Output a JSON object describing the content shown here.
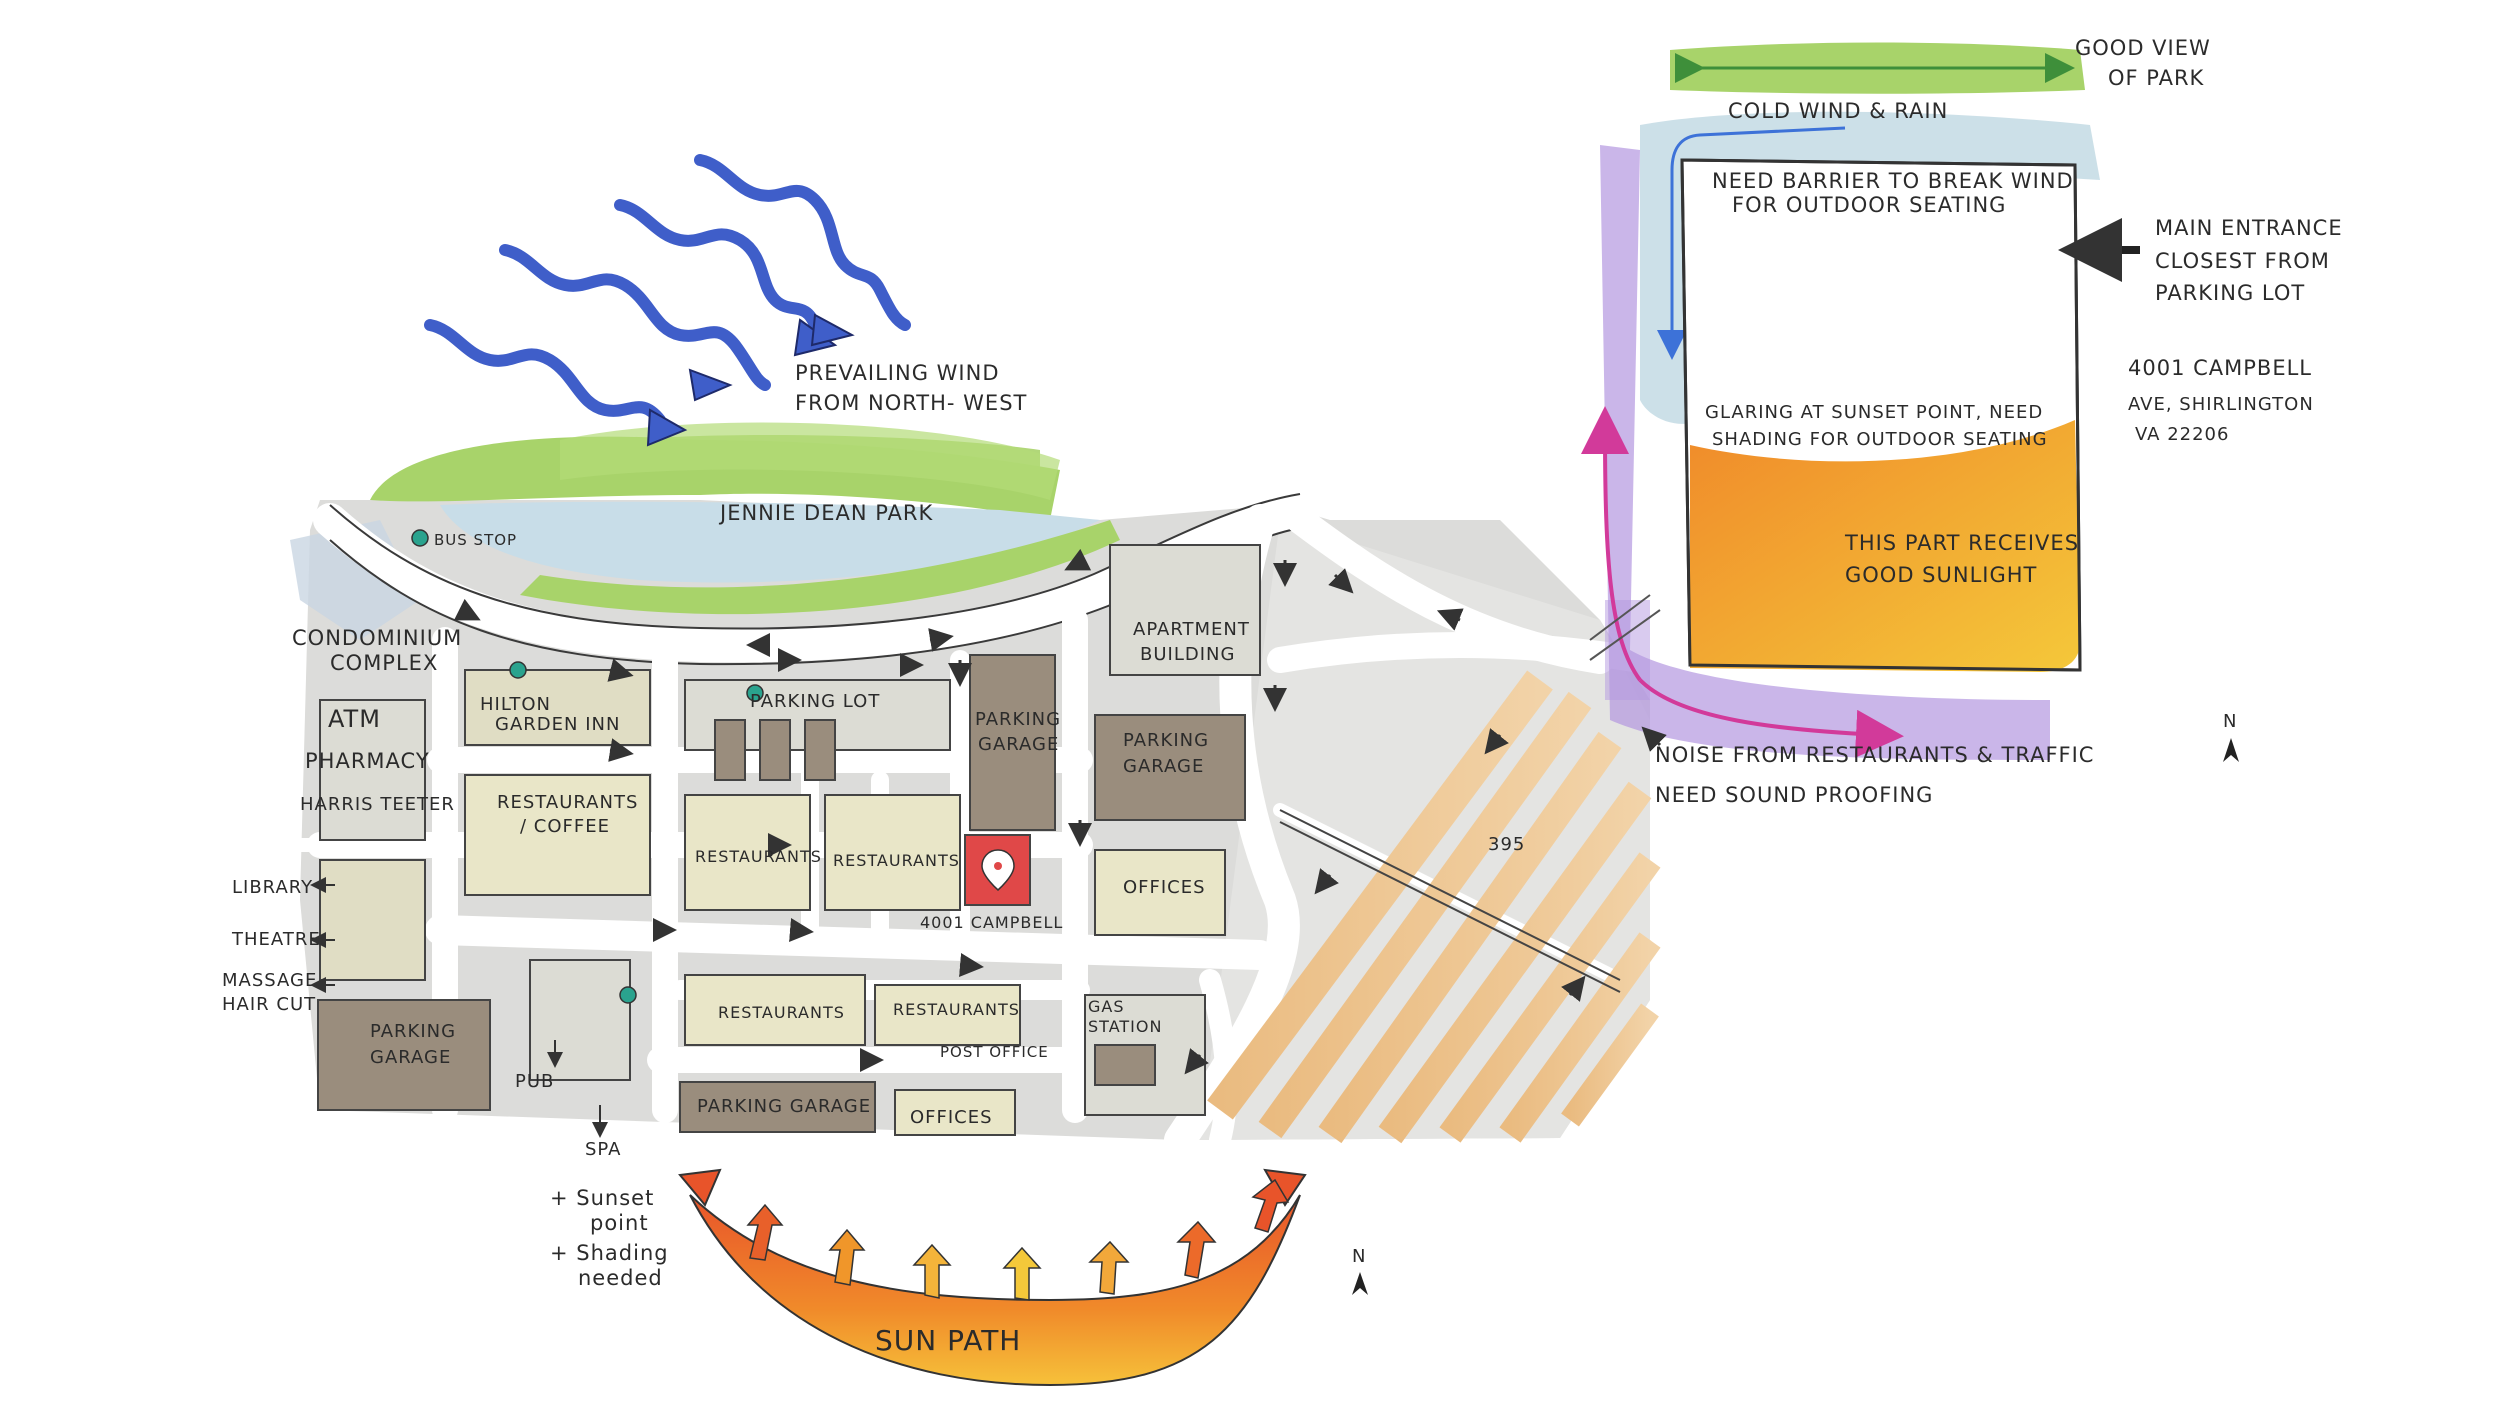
{
  "map": {
    "park_name": "JENNIE DEAN PARK",
    "bus_stop": "BUS STOP",
    "parking_lot": "PARKING LOT",
    "site_address": "4001 CAMPBELL",
    "highway": "395",
    "north": "N"
  },
  "left_labels": {
    "condo_line1": "CONDOMINIUM",
    "condo_line2": "COMPLEX",
    "atm": "ATM",
    "pharmacy": "PHARMACY",
    "harris": "HARRIS TEETER",
    "library": "LIBRARY",
    "theatre": "THEATRE",
    "massage": "MASSAGE",
    "haircut": "HAIR CUT",
    "pub": "PUB",
    "spa": "SPA"
  },
  "buildings": {
    "hilton_line1": "HILTON",
    "hilton_line2": "GARDEN INN",
    "rest_coffee_line1": "RESTAURANTS",
    "rest_coffee_line2": "/ COFFEE",
    "restaurants_a": "RESTAURANTS",
    "restaurants_b": "RESTAURANTS",
    "restaurants_c": "RESTAURANTS",
    "restaurants_d": "RESTAURANTS",
    "post_office": "POST OFFICE",
    "parking_garage_tall_line1": "PARKING",
    "parking_garage_tall_line2": "GARAGE",
    "parking_garage_right_line1": "PARKING",
    "parking_garage_right_line2": "GARAGE",
    "parking_garage_left_line1": "PARKING",
    "parking_garage_left_line2": "GARAGE",
    "parking_garage_bottom": "PARKING GARAGE",
    "offices_right": "OFFICES",
    "offices_bottom": "OFFICES",
    "apartment_line1": "APARTMENT",
    "apartment_line2": "BUILDING",
    "gas_line1": "GAS",
    "gas_line2": "STATION"
  },
  "wind": {
    "line1": "PREVAILING WIND",
    "line2": "FROM NORTH- WEST"
  },
  "sun": {
    "label": "SUN PATH",
    "note1_line1": "+ Sunset",
    "note1_line2": "point",
    "note2_line1": "+ Shading",
    "note2_line2": "needed"
  },
  "site": {
    "good_view_line1": "GOOD VIEW",
    "good_view_line2": "OF PARK",
    "cold_wind": "COLD WIND & RAIN",
    "barrier_line1": "NEED BARRIER TO BREAK WIND",
    "barrier_line2": "FOR OUTDOOR SEATING",
    "entrance_line1": "MAIN ENTRANCE",
    "entrance_line2": "CLOSEST FROM",
    "entrance_line3": "PARKING LOT",
    "address_line1": "4001 CAMPBELL",
    "address_line2": "AVE, SHIRLINGTON",
    "address_line3": "VA  22206",
    "glare_line1": "GLARING AT SUNSET POINT, NEED",
    "glare_line2": "SHADING FOR OUTDOOR SEATING",
    "sunlight_line1": "THIS PART RECEIVES",
    "sunlight_line2": "GOOD SUNLIGHT",
    "noise_line1": "NOISE FROM RESTAURANTS & TRAFFIC",
    "noise_line2": "NEED SOUND PROOFING",
    "north": "N"
  },
  "colors": {
    "park_green": "#a8d36a",
    "river_blue": "#c8dde8",
    "wind_blue": "#3f5ec9",
    "site_red": "#e04848",
    "sun_orange": "#ee7a2a",
    "sun_yellow": "#f6c13a",
    "noise_purple": "#b497e0",
    "noise_magenta": "#d23a9a",
    "garage_brown": "#9a8d7d",
    "block_beige": "#e9e6c8",
    "ground_gray": "#d8d8d6"
  }
}
